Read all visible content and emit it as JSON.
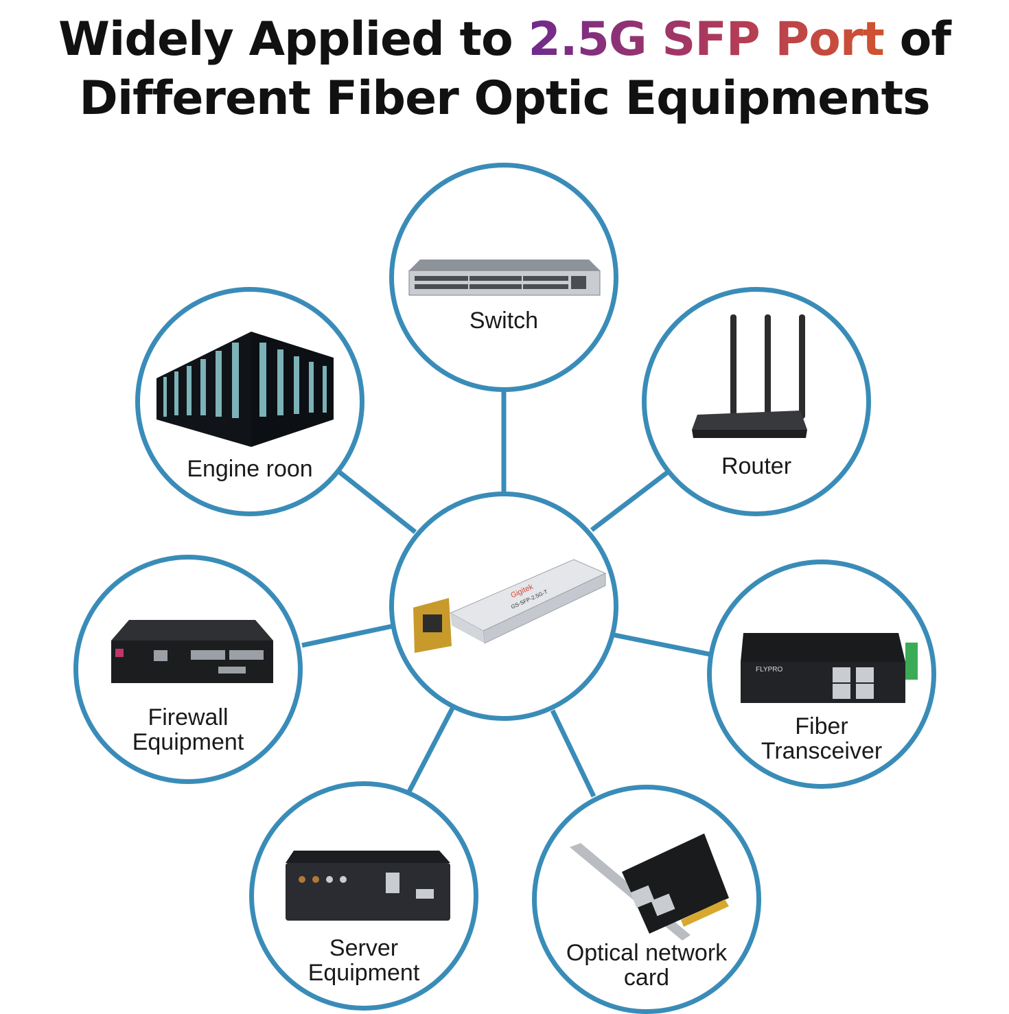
{
  "title": {
    "line1_before": "Widely Applied to",
    "line1_highlight": "2.5G SFP Port",
    "line1_after": "of",
    "line2": "Different Fiber Optic Equipments"
  },
  "center": {
    "brand": "Gigitek",
    "label_line": "GS-SFP-2.5G-T"
  },
  "nodes": {
    "switch": {
      "label": "Switch"
    },
    "engine_room": {
      "label": "Engine roon"
    },
    "router": {
      "label": "Router"
    },
    "firewall": {
      "line1": "Firewall",
      "line2": "Equipment"
    },
    "fiber": {
      "line1": "Fiber",
      "line2": "Transceiver",
      "brand": "FLYPRO"
    },
    "server": {
      "line1": "Server",
      "line2": "Equipment"
    },
    "nic": {
      "line1": "Optical network",
      "line2": "card"
    }
  },
  "colors": {
    "ring": "#3a8cb8",
    "highlight_start": "#6f2a8e",
    "highlight_end": "#d0532f"
  }
}
